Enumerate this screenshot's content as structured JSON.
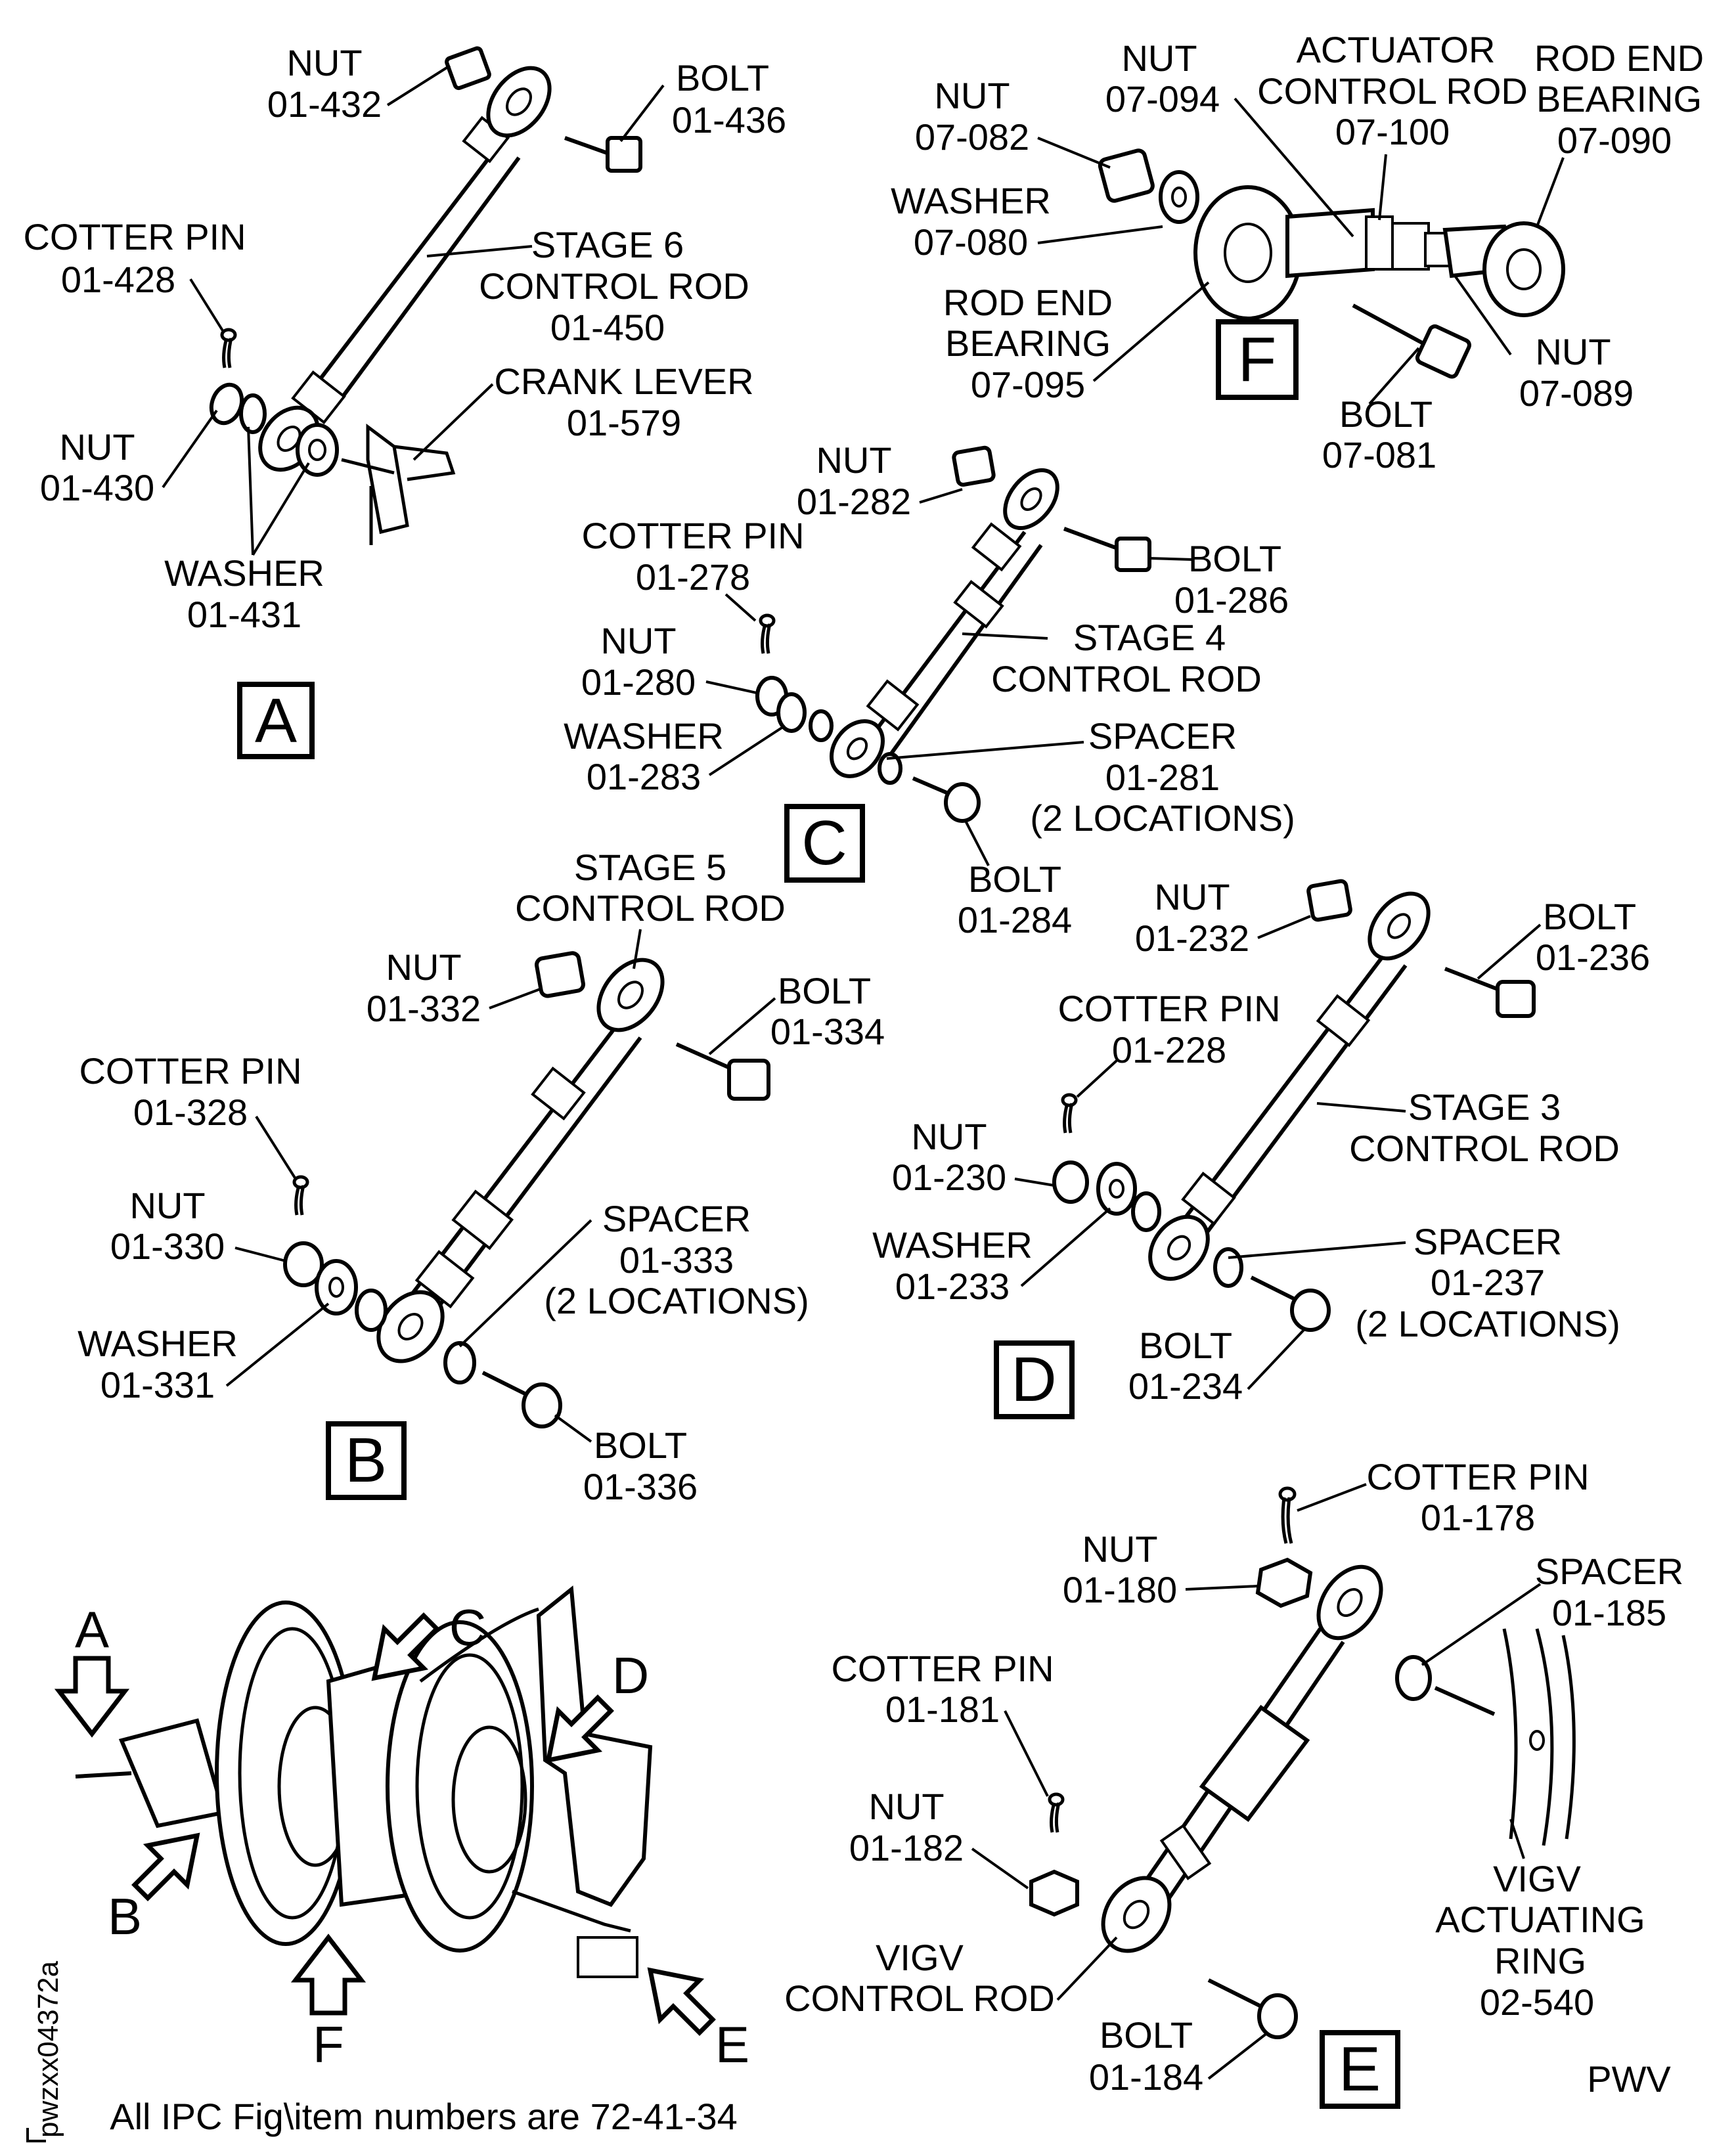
{
  "views": {
    "A": {
      "box_label": "A",
      "nut_top": [
        "NUT",
        "01-432"
      ],
      "bolt": [
        "BOLT",
        "01-436"
      ],
      "cotter_pin": [
        "COTTER PIN",
        "01-428"
      ],
      "control_rod": [
        "STAGE 6",
        "CONTROL ROD",
        "01-450"
      ],
      "crank_lever": [
        "CRANK LEVER",
        "01-579"
      ],
      "nut": [
        "NUT",
        "01-430"
      ],
      "washer": [
        "WASHER",
        "01-431"
      ]
    },
    "B": {
      "box_label": "B",
      "control_rod": [
        "STAGE 5",
        "CONTROL ROD"
      ],
      "nut_top": [
        "NUT",
        "01-332"
      ],
      "bolt_top": [
        "BOLT",
        "01-334"
      ],
      "cotter_pin": [
        "COTTER PIN",
        "01-328"
      ],
      "nut": [
        "NUT",
        "01-330"
      ],
      "spacer": [
        "SPACER",
        "01-333",
        "(2 LOCATIONS)"
      ],
      "washer": [
        "WASHER",
        "01-331"
      ],
      "bolt": [
        "BOLT",
        "01-336"
      ]
    },
    "C": {
      "box_label": "C",
      "nut_top": [
        "NUT",
        "01-282"
      ],
      "bolt_top": [
        "BOLT",
        "01-286"
      ],
      "cotter_pin": [
        "COTTER PIN",
        "01-278"
      ],
      "nut": [
        "NUT",
        "01-280"
      ],
      "control_rod": [
        "STAGE 4",
        "CONTROL ROD"
      ],
      "washer": [
        "WASHER",
        "01-283"
      ],
      "spacer": [
        "SPACER",
        "01-281",
        "(2 LOCATIONS)"
      ],
      "bolt": [
        "BOLT",
        "01-284"
      ]
    },
    "D": {
      "box_label": "D",
      "nut_top": [
        "NUT",
        "01-232"
      ],
      "bolt_top": [
        "BOLT",
        "01-236"
      ],
      "cotter_pin": [
        "COTTER PIN",
        "01-228"
      ],
      "nut": [
        "NUT",
        "01-230"
      ],
      "control_rod": [
        "STAGE 3",
        "CONTROL ROD"
      ],
      "washer": [
        "WASHER",
        "01-233"
      ],
      "spacer": [
        "SPACER",
        "01-237",
        "(2 LOCATIONS)"
      ],
      "bolt": [
        "BOLT",
        "01-234"
      ]
    },
    "E": {
      "box_label": "E",
      "cotter_pin_top": [
        "COTTER PIN",
        "01-178"
      ],
      "nut_top": [
        "NUT",
        "01-180"
      ],
      "spacer": [
        "SPACER",
        "01-185"
      ],
      "cotter_pin": [
        "COTTER PIN",
        "01-181"
      ],
      "nut": [
        "NUT",
        "01-182"
      ],
      "ring": [
        "VIGV",
        "ACTUATING",
        "RING",
        "02-540"
      ],
      "control_rod": [
        "VIGV",
        "CONTROL ROD"
      ],
      "bolt": [
        "BOLT",
        "01-184"
      ]
    },
    "F": {
      "box_label": "F",
      "nut_left": [
        "NUT",
        "07-082"
      ],
      "nut_top": [
        "NUT",
        "07-094"
      ],
      "actuator_rod": [
        "ACTUATOR",
        "CONTROL ROD",
        "07-100"
      ],
      "rod_end_right": [
        "ROD END",
        "BEARING",
        "07-090"
      ],
      "washer": [
        "WASHER",
        "07-080"
      ],
      "rod_end_left": [
        "ROD END",
        "BEARING",
        "07-095"
      ],
      "nut_right": [
        "NUT",
        "07-089"
      ],
      "bolt": [
        "BOLT",
        "07-081"
      ]
    }
  },
  "locator": {
    "arrows": [
      "A",
      "B",
      "C",
      "D",
      "E",
      "F"
    ]
  },
  "footer": {
    "note": "All IPC Fig\\item numbers are 72-41-34",
    "figure_id": "pwzxx04372a",
    "code": "PWV"
  }
}
